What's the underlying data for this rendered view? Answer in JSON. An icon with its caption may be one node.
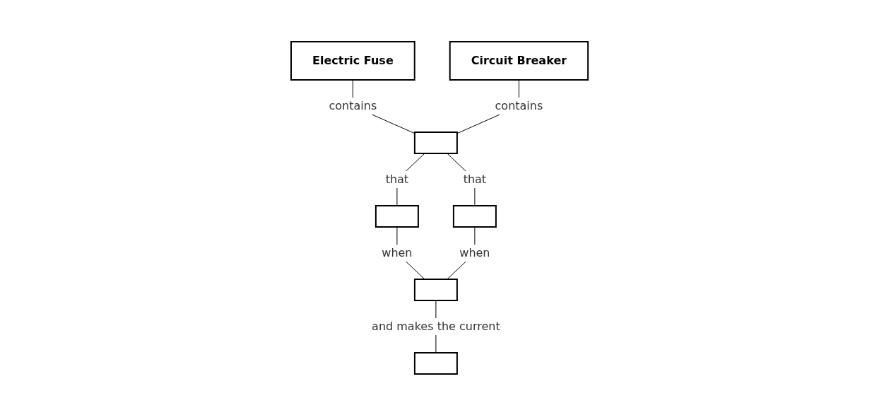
{
  "diagram": {
    "nodes": [
      {
        "text": [
          "Electric Fuse"
        ]
      },
      {
        "text": [
          "Circuit Breaker"
        ]
      },
      {
        "text": [],
        "shape": "box"
      },
      {
        "text": [],
        "shape": "box"
      },
      {
        "text": [],
        "shape": "box"
      },
      {
        "text": [],
        "shape": "box"
      },
      {
        "text": [],
        "shape": "box"
      }
    ],
    "edges": [
      {
        "from": 0,
        "to": 2,
        "arrow": "none",
        "label": "contains"
      },
      {
        "from": 1,
        "to": 2,
        "arrow": "none",
        "label": "contains"
      },
      {
        "from": 2,
        "to": 3,
        "arrow": "none",
        "label": "that"
      },
      {
        "from": 2,
        "to": 4,
        "arrow": "none",
        "label": "that"
      },
      {
        "from": 3,
        "to": 5,
        "arrow": "none",
        "label": "when"
      },
      {
        "from": 4,
        "to": 5,
        "arrow": "none",
        "label": "when"
      },
      {
        "from": 5,
        "to": 6,
        "arrow": "none",
        "label": "and makes the current"
      }
    ]
  }
}
